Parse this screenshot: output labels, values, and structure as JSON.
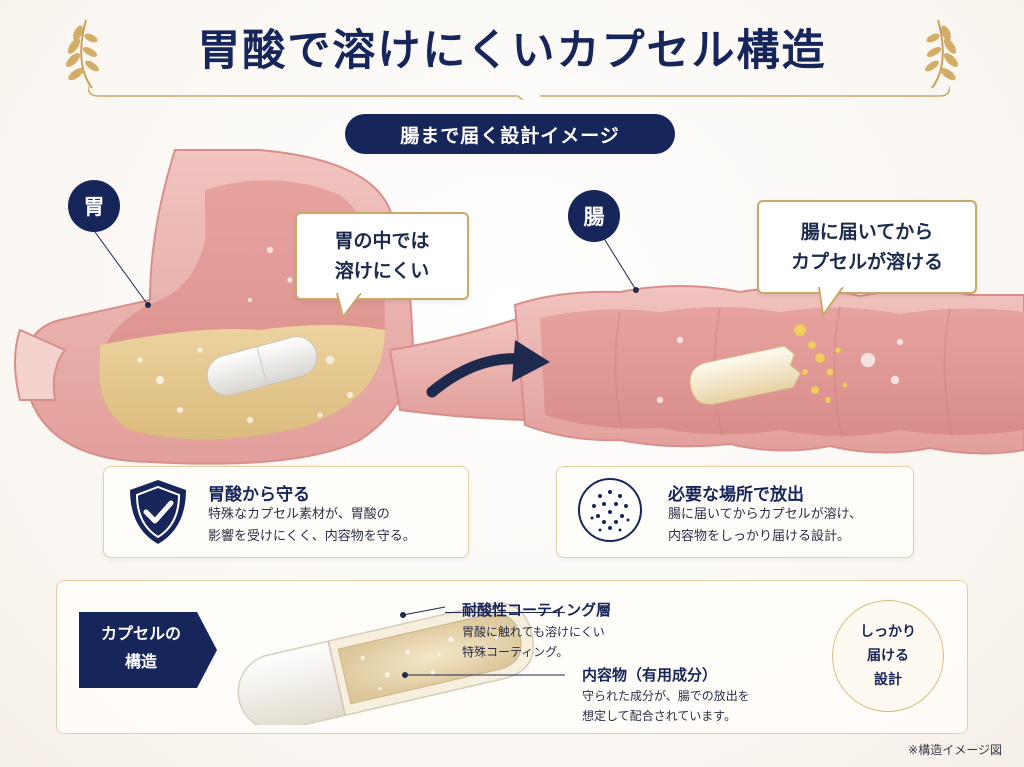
{
  "title": "胃酸で溶けにくいカプセル構造",
  "subtitle": "腸まで届く設計イメージ",
  "organs": {
    "stomach_label": "胃",
    "intestine_label": "腸"
  },
  "callouts": {
    "stomach": [
      "胃の中では",
      "溶けにくい"
    ],
    "intestine": [
      "腸に届いてから",
      "カプセルが溶ける"
    ]
  },
  "cards": [
    {
      "icon": "shield-check-icon",
      "title": "胃酸から守る",
      "lines": [
        "特殊なカプセル素材が、胃酸の",
        "影響を受けにくく、内容物を守る。"
      ]
    },
    {
      "icon": "dispersion-dots-icon",
      "title": "必要な場所で放出",
      "lines": [
        "腸に届いてからカプセルが溶け、",
        "内容物をしっかり届ける設計。"
      ]
    }
  ],
  "structure": {
    "tag_lines": [
      "カプセルの",
      "構造"
    ],
    "coating": {
      "title": "耐酸性コーティング層",
      "lines": [
        "胃酸に触れても溶けにくい",
        "特殊コーティング。"
      ]
    },
    "contents": {
      "title": "内容物（有用成分）",
      "lines": [
        "守られた成分が、腸での放出を",
        "想定して配合されています。"
      ]
    },
    "seal_lines": [
      "しっかり",
      "届ける",
      "設計"
    ]
  },
  "footnote": "※構造イメージ図",
  "colors": {
    "navy": "#17265a",
    "gold": "#c9a86b",
    "tissue": "#e8a7a4",
    "gastric_fluid": "#e6c98f"
  }
}
